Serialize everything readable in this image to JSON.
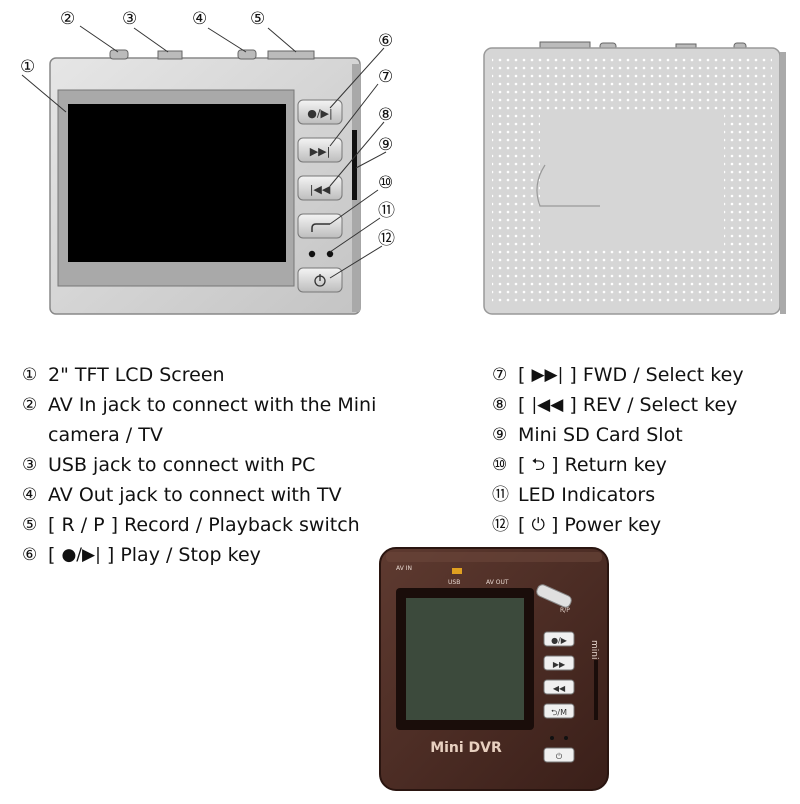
{
  "callouts": [
    "①",
    "②",
    "③",
    "④",
    "⑤",
    "⑥",
    "⑦",
    "⑧",
    "⑨",
    "⑩",
    "⑪",
    "⑫"
  ],
  "legend_left": [
    {
      "num": "①",
      "text": "2\" TFT LCD Screen"
    },
    {
      "num": "②",
      "text": "AV In jack to connect with the Mini",
      "cont": "camera / TV"
    },
    {
      "num": "③",
      "text": "USB jack to connect with PC"
    },
    {
      "num": "④",
      "text": "AV Out jack to connect with TV"
    },
    {
      "num": "⑤",
      "text": "[ R / P ] Record / Playback switch"
    },
    {
      "num": "⑥",
      "pre": "[ ",
      "sym": "●/▶|",
      "post": " ] Play / Stop key"
    }
  ],
  "legend_right": [
    {
      "num": "⑦",
      "pre": "[ ",
      "sym": "▶▶|",
      "post": " ] FWD / Select key"
    },
    {
      "num": "⑧",
      "pre": "[ ",
      "sym": "|◀◀",
      "post": " ] REV / Select key"
    },
    {
      "num": "⑨",
      "text": "Mini SD Card Slot"
    },
    {
      "num": "⑩",
      "pre": "[ ",
      "sym": "⮌",
      "post": " ] Return key"
    },
    {
      "num": "⑪",
      "text": "LED Indicators"
    },
    {
      "num": "⑫",
      "pre": "[ ",
      "sym": "⏻",
      "post": " ] Power key"
    }
  ],
  "photo": {
    "brand": "Mini DVR",
    "port_labels": [
      "AV IN",
      "USB",
      "AV OUT",
      "R/P"
    ],
    "side_label": "mini",
    "key_labels": [
      "●/▶",
      "▶▶",
      "◀◀",
      "⮌/M",
      "⏻"
    ],
    "body_color": "#4a2a22"
  },
  "colors": {
    "device": "#d4d4d4",
    "screen": "#000000",
    "line": "#333333"
  }
}
